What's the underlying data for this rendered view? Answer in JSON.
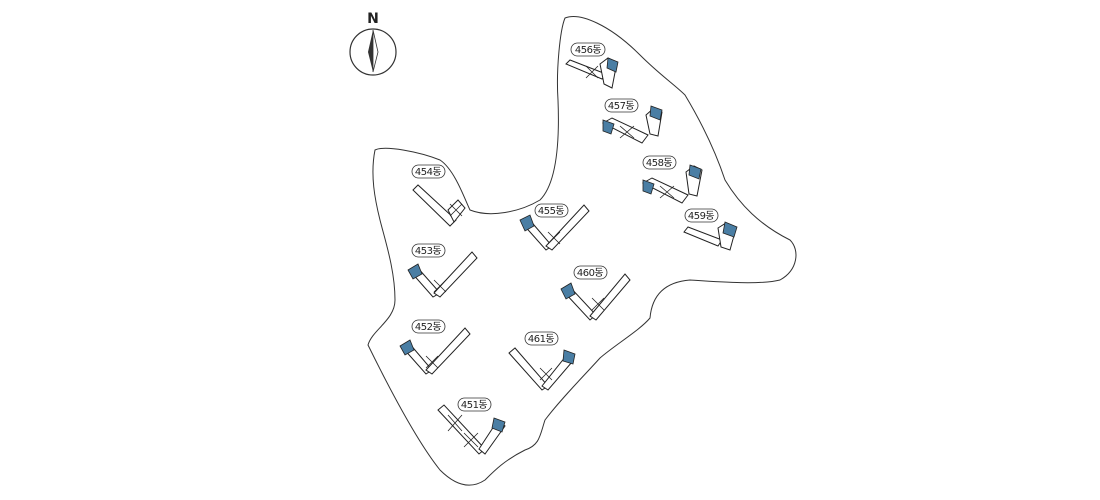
{
  "compass": {
    "label": "N",
    "icon": "north-arrow-icon"
  },
  "colors": {
    "outline": "#333333",
    "highlight": "#4a7ea4",
    "building_fill": "#ffffff"
  },
  "buildings": [
    {
      "id": "456",
      "label": "456동"
    },
    {
      "id": "457",
      "label": "457동"
    },
    {
      "id": "458",
      "label": "458동"
    },
    {
      "id": "459",
      "label": "459동"
    },
    {
      "id": "454",
      "label": "454동"
    },
    {
      "id": "455",
      "label": "455동"
    },
    {
      "id": "453",
      "label": "453동"
    },
    {
      "id": "460",
      "label": "460동"
    },
    {
      "id": "452",
      "label": "452동"
    },
    {
      "id": "461",
      "label": "461동"
    },
    {
      "id": "451",
      "label": "451동"
    }
  ]
}
